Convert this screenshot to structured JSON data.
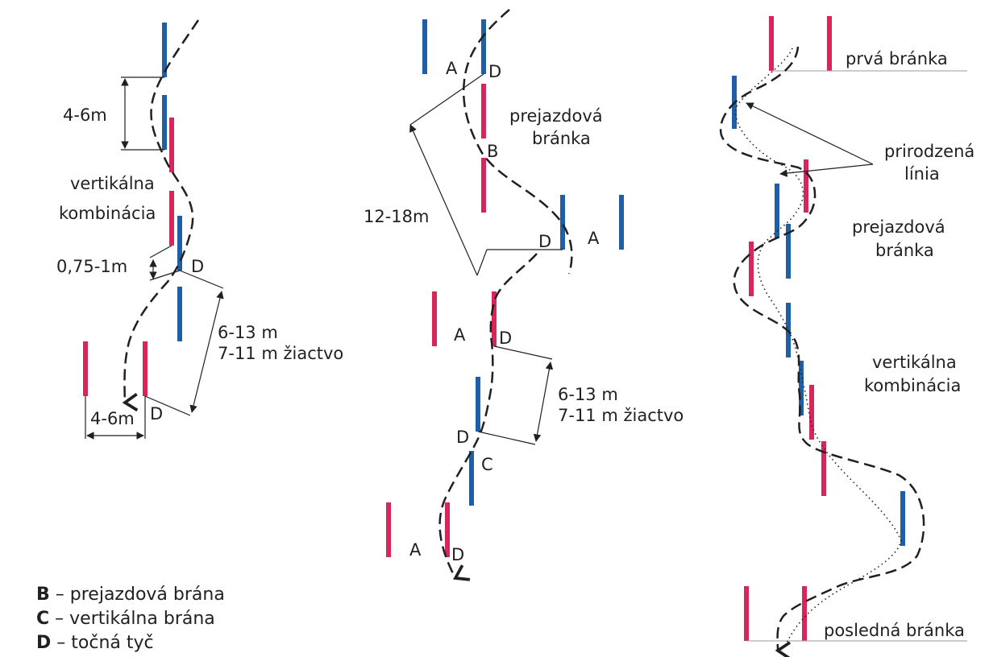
{
  "colors": {
    "blue_pole": "#1f5fa6",
    "red_pole": "#d8265b",
    "line": "#231f20",
    "guide": "#9a9a9a"
  },
  "diagram1": {
    "dim_4_6m_top": "4-6m",
    "vertical_combination": [
      "vertikálna",
      "kombinácia"
    ],
    "dim_075_1m": "0,75-1m",
    "dim_6_13m": "6-13 m",
    "dim_7_11m": "7-11 m žiactvo",
    "dim_4_6m_bottom": "4-6m",
    "pivot_upper": "D",
    "pivot_lower": "D"
  },
  "diagram2": {
    "dim_12_18m": "12-18m",
    "crossing_gate": [
      "prejazdová",
      "bránka"
    ],
    "dim_6_13m": "6-13 m",
    "dim_7_11m": "7-11 m žiactvo",
    "letters": {
      "a1": "A",
      "d1": "D",
      "b": "B",
      "d2": "D",
      "a2": "A",
      "a3": "A",
      "d3": "D",
      "d4": "D",
      "c": "C",
      "a4": "A",
      "d5": "D"
    }
  },
  "diagram3": {
    "first_gate": "prvá bránka",
    "natural_line": [
      "prirodzená",
      "línia"
    ],
    "crossing_gate": [
      "prejazdová",
      "bránka"
    ],
    "vertical_combination": [
      "vertikálna",
      "kombinácia"
    ],
    "last_gate": "posledná bránka"
  },
  "legend": [
    {
      "key": "B",
      "text": "– prejazdová brána"
    },
    {
      "key": "C",
      "text": "– vertikálna brána"
    },
    {
      "key": "D",
      "text": "– točná tyč"
    }
  ]
}
